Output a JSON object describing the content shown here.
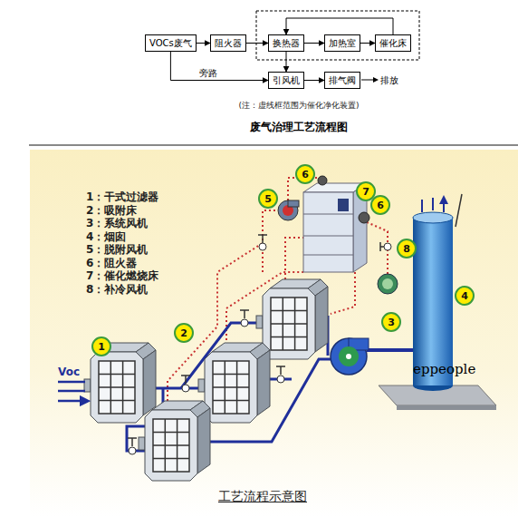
{
  "diagram": {
    "title": "废气治理工艺流程图",
    "caption": "工艺流程示意图",
    "nodes": [
      {
        "text": [
          "VOCs废气"
        ]
      },
      {
        "text": [
          "阻火器"
        ]
      },
      {
        "text": [
          "换热器"
        ]
      },
      {
        "text": [
          "加热室"
        ]
      },
      {
        "text": [
          "催化床"
        ]
      },
      {
        "text": [
          "引风机"
        ]
      },
      {
        "text": [
          "排气阀"
        ]
      }
    ],
    "edges": [
      {
        "from": 0,
        "to": 1,
        "arrow": "to"
      },
      {
        "from": 1,
        "to": 2,
        "arrow": "to"
      },
      {
        "from": 2,
        "to": 3,
        "arrow": "to"
      },
      {
        "from": 3,
        "to": 4,
        "arrow": "to"
      },
      {
        "from": 4,
        "to": 2,
        "arrow": "to"
      },
      {
        "from": 2,
        "to": 5,
        "arrow": "to"
      },
      {
        "from": 0,
        "to": 5,
        "label": "旁路",
        "arrow": "to"
      },
      {
        "from": 5,
        "to": 6,
        "arrow": "to"
      }
    ],
    "labels": [
      "(注：虚线框范围为催化净化装置)",
      "排放",
      "1：干式过滤器",
      "2：吸附床",
      "3：系统风机",
      "4：烟囱",
      "5：脱附风机",
      "6：阻火器",
      "7：催化燃烧床",
      "8：补冷风机",
      "1",
      "2",
      "3",
      "4",
      "5",
      "6",
      "6",
      "7",
      "8",
      "Voc",
      "eppeople"
    ]
  }
}
